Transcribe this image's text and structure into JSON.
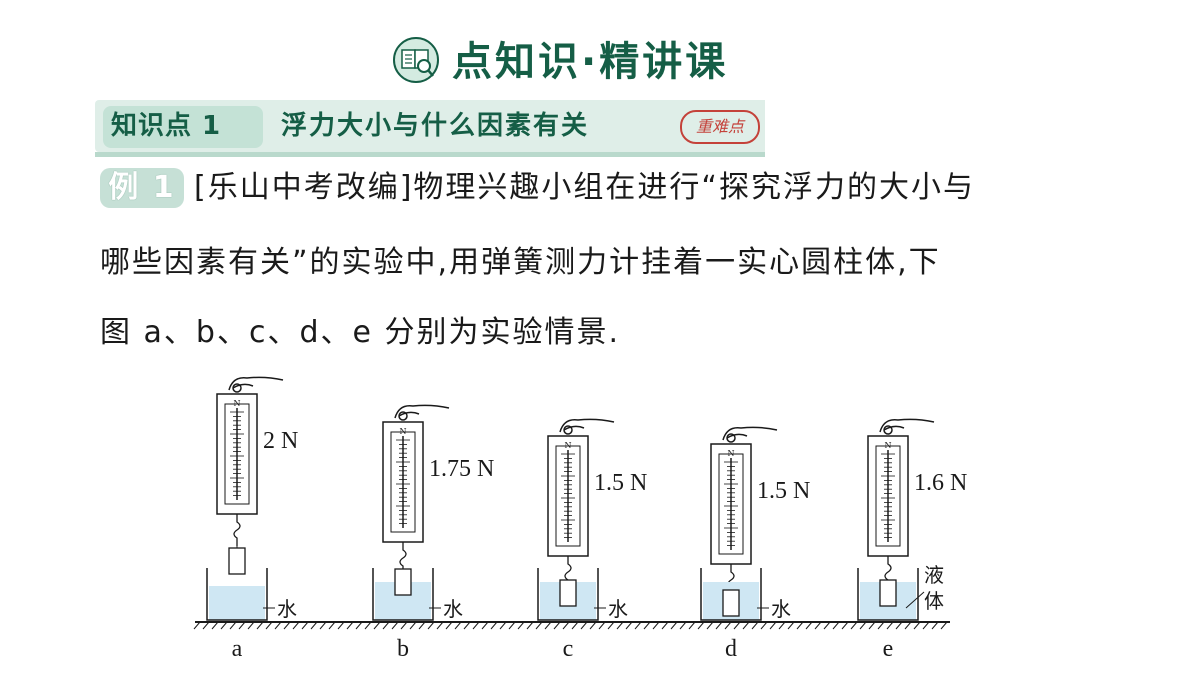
{
  "header": {
    "title": "点知识·精讲课",
    "icon": "book-magnifier-icon"
  },
  "knowledge_point": {
    "label": "知识点 1",
    "title": "浮力大小与什么因素有关",
    "stamp": "重难点"
  },
  "example": {
    "badge": "例 1",
    "line1": "[乐山中考改编]物理兴趣小组在进行“探究浮力的大小与",
    "line2": "哪些因素有关”的实验中,用弹簧测力计挂着一实心圆柱体,下",
    "line3": "图 a、b、c、d、e 分别为实验情景."
  },
  "diagram": {
    "setups": [
      {
        "letter": "a",
        "reading": "2 N",
        "liquid": "水",
        "state": "above"
      },
      {
        "letter": "b",
        "reading": "1.75 N",
        "liquid": "水",
        "state": "partial"
      },
      {
        "letter": "c",
        "reading": "1.5 N",
        "liquid": "水",
        "state": "submerged"
      },
      {
        "letter": "d",
        "reading": "1.5 N",
        "liquid": "水",
        "state": "deep"
      },
      {
        "letter": "e",
        "reading": "1.6 N",
        "liquid": "液体",
        "state": "submerged"
      }
    ],
    "colors": {
      "water": "#cfe7f3",
      "line": "#1a1a1a"
    }
  }
}
